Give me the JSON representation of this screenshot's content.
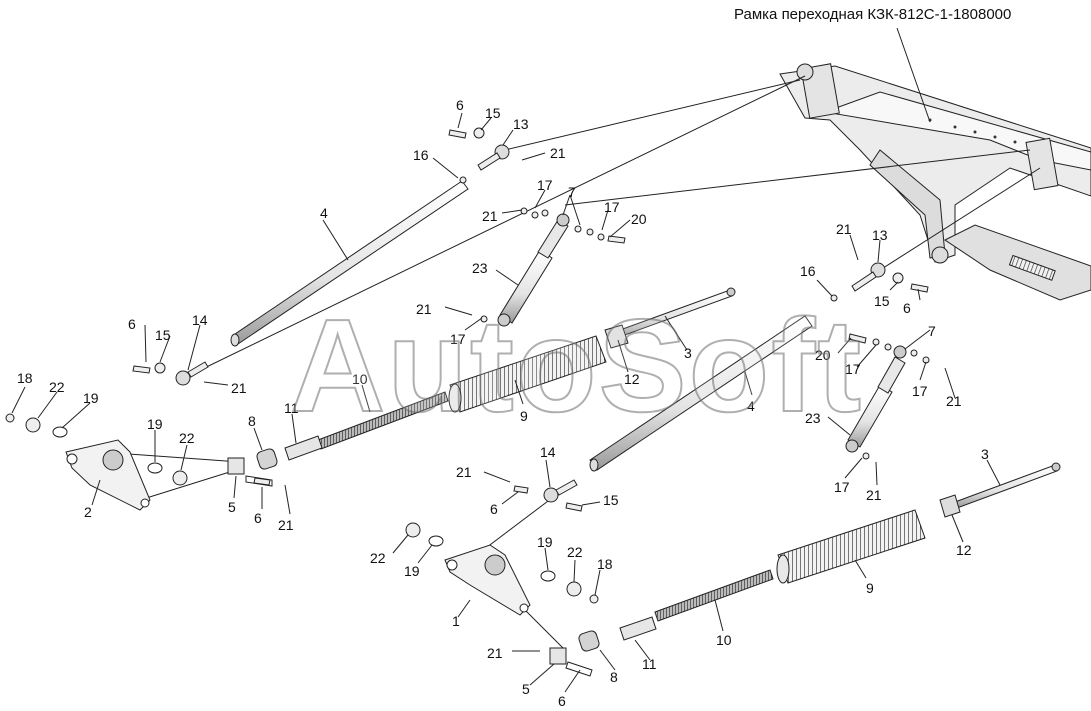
{
  "title": "Рамка переходная КЗК-812С-1-1808000",
  "watermark": "AutoSoft",
  "callouts": [
    {
      "id": "c-6-a",
      "text": "6"
    },
    {
      "id": "c-15-a",
      "text": "15"
    },
    {
      "id": "c-13-a",
      "text": "13"
    },
    {
      "id": "c-21-a",
      "text": "21"
    },
    {
      "id": "c-16-a",
      "text": "16"
    },
    {
      "id": "c-17-a",
      "text": "17"
    },
    {
      "id": "c-7-a",
      "text": "7"
    },
    {
      "id": "c-21-b",
      "text": "21"
    },
    {
      "id": "c-17-b",
      "text": "17"
    },
    {
      "id": "c-20-a",
      "text": "20"
    },
    {
      "id": "c-4-a",
      "text": "4"
    },
    {
      "id": "c-23-a",
      "text": "23"
    },
    {
      "id": "c-21-c",
      "text": "21"
    },
    {
      "id": "c-17-c",
      "text": "17"
    },
    {
      "id": "c-6-b",
      "text": "6"
    },
    {
      "id": "c-15-b",
      "text": "15"
    },
    {
      "id": "c-14-a",
      "text": "14"
    },
    {
      "id": "c-21-d",
      "text": "21"
    },
    {
      "id": "c-18-a",
      "text": "18"
    },
    {
      "id": "c-22-a",
      "text": "22"
    },
    {
      "id": "c-19-a",
      "text": "19"
    },
    {
      "id": "c-19-b",
      "text": "19"
    },
    {
      "id": "c-22-b",
      "text": "22"
    },
    {
      "id": "c-8-a",
      "text": "8"
    },
    {
      "id": "c-11-a",
      "text": "11"
    },
    {
      "id": "c-10-a",
      "text": "10"
    },
    {
      "id": "c-9-a",
      "text": "9"
    },
    {
      "id": "c-3-a",
      "text": "3"
    },
    {
      "id": "c-12-a",
      "text": "12"
    },
    {
      "id": "c-2-a",
      "text": "2"
    },
    {
      "id": "c-5-a",
      "text": "5"
    },
    {
      "id": "c-6-c",
      "text": "6"
    },
    {
      "id": "c-21-e",
      "text": "21"
    },
    {
      "id": "c-21-f",
      "text": "21"
    },
    {
      "id": "c-13-b",
      "text": "13"
    },
    {
      "id": "c-16-b",
      "text": "16"
    },
    {
      "id": "c-15-c",
      "text": "15"
    },
    {
      "id": "c-6-d",
      "text": "6"
    },
    {
      "id": "c-7-b",
      "text": "7"
    },
    {
      "id": "c-20-b",
      "text": "20"
    },
    {
      "id": "c-17-d",
      "text": "17"
    },
    {
      "id": "c-17-e",
      "text": "17"
    },
    {
      "id": "c-21-g",
      "text": "21"
    },
    {
      "id": "c-4-b",
      "text": "4"
    },
    {
      "id": "c-23-b",
      "text": "23"
    },
    {
      "id": "c-17-f",
      "text": "17"
    },
    {
      "id": "c-21-h",
      "text": "21"
    },
    {
      "id": "c-3-b",
      "text": "3"
    },
    {
      "id": "c-12-b",
      "text": "12"
    },
    {
      "id": "c-9-b",
      "text": "9"
    },
    {
      "id": "c-10-b",
      "text": "10"
    },
    {
      "id": "c-11-b",
      "text": "11"
    },
    {
      "id": "c-8-b",
      "text": "8"
    },
    {
      "id": "c-6-e",
      "text": "6"
    },
    {
      "id": "c-5-b",
      "text": "5"
    },
    {
      "id": "c-21-i",
      "text": "21"
    },
    {
      "id": "c-21-j",
      "text": "21"
    },
    {
      "id": "c-14-b",
      "text": "14"
    },
    {
      "id": "c-6-f",
      "text": "6"
    },
    {
      "id": "c-15-d",
      "text": "15"
    },
    {
      "id": "c-22-c",
      "text": "22"
    },
    {
      "id": "c-19-c",
      "text": "19"
    },
    {
      "id": "c-19-d",
      "text": "19"
    },
    {
      "id": "c-22-d",
      "text": "22"
    },
    {
      "id": "c-18-b",
      "text": "18"
    },
    {
      "id": "c-1-a",
      "text": "1"
    }
  ],
  "colors": {
    "line": "#222222",
    "part_fill": "#f4f4f4",
    "part_shade": "#d6d6d6",
    "frame_fill": "#ececec"
  }
}
